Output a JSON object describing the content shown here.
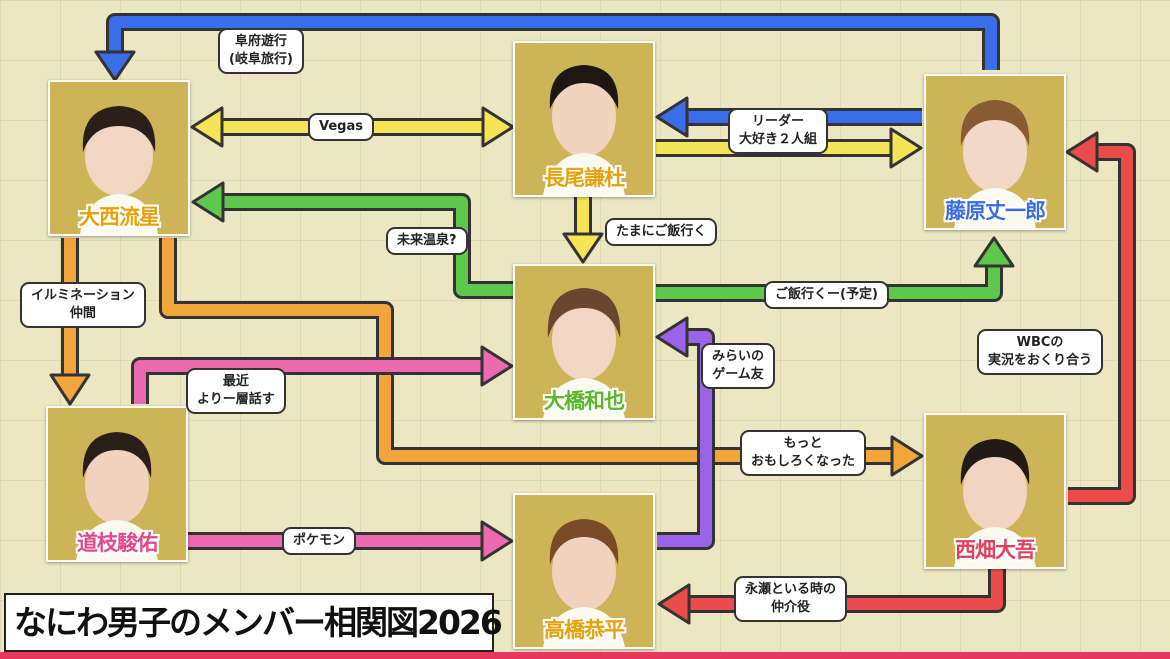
{
  "title": "なにわ男子のメンバー相関図2026",
  "colors": {
    "yellow": "#f4e456",
    "blue": "#3a6ee8",
    "green": "#5ec84c",
    "orange": "#f2a53a",
    "pink": "#ec6ab0",
    "purple": "#9b64e8",
    "red": "#ea4c4c",
    "nameYellow": "#e6a20c",
    "nameGreen": "#5cb82a",
    "nameBlue": "#3a6ee0",
    "nameRed": "#e0405c",
    "namePink": "#e04a8c"
  },
  "members": {
    "onishi": "大西流星",
    "nagao": "長尾謙杜",
    "fujiwara": "藤原丈一郎",
    "ohashi": "大橋和也",
    "michieda": "道枝駿佑",
    "takahashi": "高橋恭平",
    "nishihata": "西畑大吾"
  },
  "labels": {
    "gifu": "阜府遊行\n(岐阜旅行)",
    "vegas": "Vegas",
    "leader": "リーダー\n大好き２人組",
    "tamani": "たまにご飯行く",
    "onsen": "未来温泉?",
    "gohan": "ご飯行くー(予定)",
    "illumination": "イルミネーション\n仲間",
    "saikin": "最近\nよりー層話す",
    "mirai": "みらいの\nゲーム友",
    "wbc": "WBCの\n実況をおくり合う",
    "motto": "もっと\nおもしろくなった",
    "pokemon": "ポケモン",
    "nagase": "永瀬といる時の\n仲介役"
  }
}
